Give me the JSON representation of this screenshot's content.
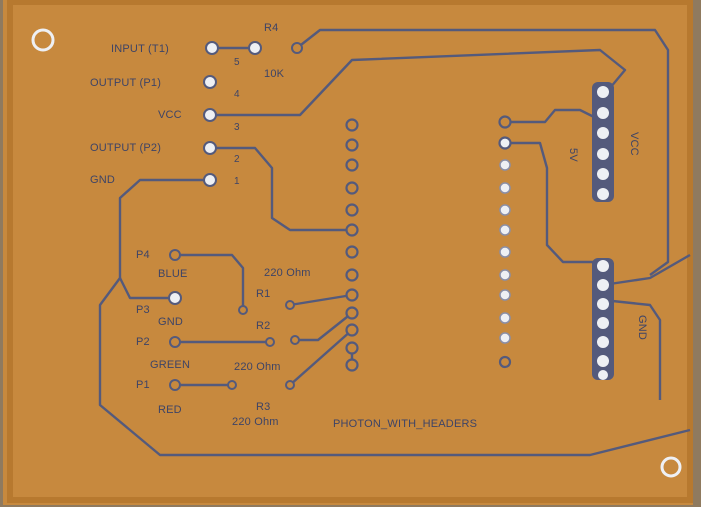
{
  "colors": {
    "board": "#c7893e",
    "board_dark": "#b7792f",
    "trace": "#545a7c",
    "pad_fill": "#eef0f4",
    "silk": "#3e4466",
    "background": "#8f7a5f"
  },
  "header_labels": {
    "r4": "R4",
    "r4_value": "10K",
    "input_t1": "INPUT (T1)",
    "output_p1": "OUTPUT (P1)",
    "vcc": "VCC",
    "output_p2": "OUTPUT (P2)",
    "gnd": "GND"
  },
  "pin_numbers": [
    "5",
    "4",
    "3",
    "2",
    "1"
  ],
  "led_labels": {
    "p4": "P4",
    "blue": "BLUE",
    "p3": "P3",
    "gnd": "GND",
    "p2": "P2",
    "green": "GREEN",
    "p1": "P1",
    "red": "RED"
  },
  "resistor_labels": {
    "r1_value": "220 Ohm",
    "r1": "R1",
    "r2": "R2",
    "r2_value": "220 Ohm",
    "r3": "R3",
    "r3_value": "220 Ohm"
  },
  "module_label": "PHOTON_WITH_HEADERS",
  "connector_labels": {
    "fivev": "5V",
    "vcc": "VCC",
    "gnd": "GND"
  }
}
